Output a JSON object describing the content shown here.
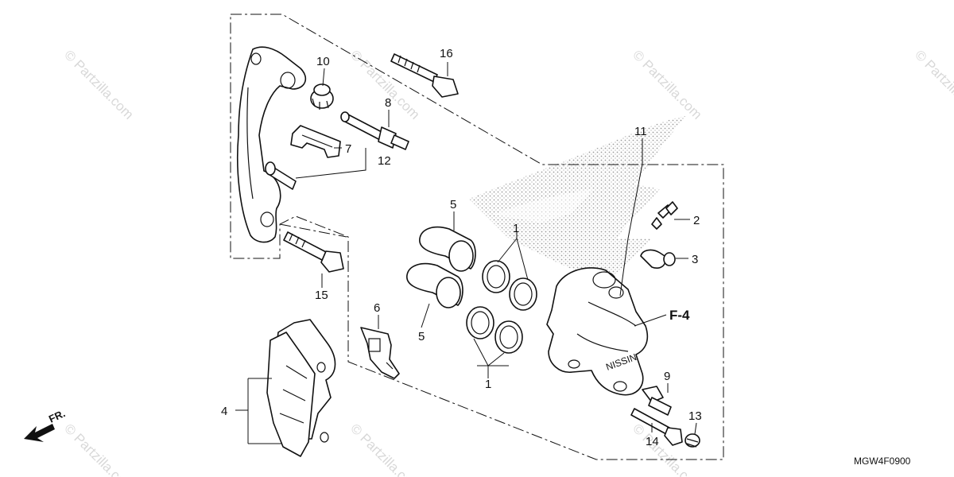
{
  "diagram": {
    "callouts": [
      "1",
      "1",
      "2",
      "3",
      "4",
      "5",
      "5",
      "6",
      "7",
      "8",
      "9",
      "10",
      "11",
      "12",
      "13",
      "14",
      "15",
      "16"
    ],
    "reference_label": "F-4",
    "direction_label": "FR.",
    "diagram_code": "MGW4F0900",
    "watermark": "© Partzilla.com",
    "caliper_marking": "NISSIN"
  }
}
